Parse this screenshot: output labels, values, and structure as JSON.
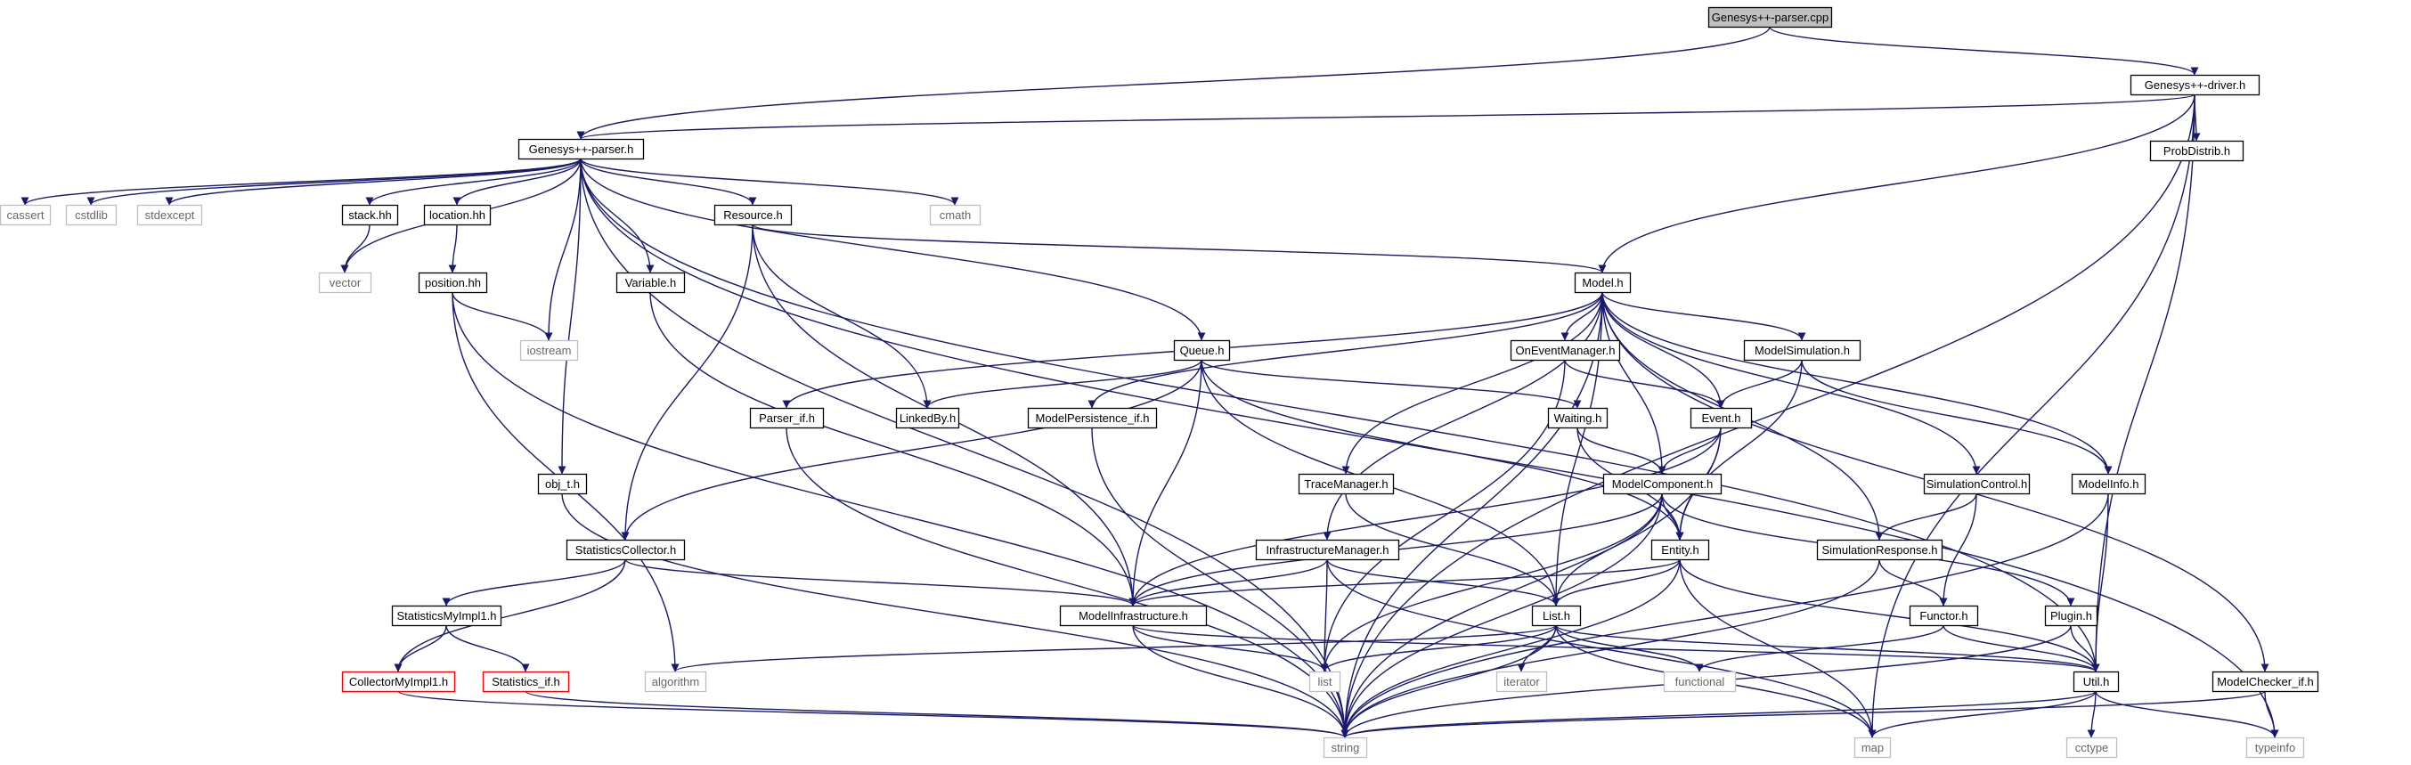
{
  "nodes": [
    {
      "id": "root",
      "label": "Genesys++-parser.cpp",
      "style": "root"
    },
    {
      "id": "driver",
      "label": "Genesys++-driver.h",
      "style": "normal"
    },
    {
      "id": "parser_h",
      "label": "Genesys++-parser.h",
      "style": "normal"
    },
    {
      "id": "probdistrib",
      "label": "ProbDistrib.h",
      "style": "normal"
    },
    {
      "id": "cassert",
      "label": "cassert",
      "style": "system"
    },
    {
      "id": "cstdlib",
      "label": "cstdlib",
      "style": "system"
    },
    {
      "id": "stdexcept",
      "label": "stdexcept",
      "style": "system"
    },
    {
      "id": "stack",
      "label": "stack.hh",
      "style": "normal"
    },
    {
      "id": "location",
      "label": "location.hh",
      "style": "normal"
    },
    {
      "id": "resource",
      "label": "Resource.h",
      "style": "normal"
    },
    {
      "id": "cmath",
      "label": "cmath",
      "style": "system"
    },
    {
      "id": "vector",
      "label": "vector",
      "style": "system"
    },
    {
      "id": "position",
      "label": "position.hh",
      "style": "normal"
    },
    {
      "id": "variable",
      "label": "Variable.h",
      "style": "normal"
    },
    {
      "id": "model",
      "label": "Model.h",
      "style": "normal"
    },
    {
      "id": "iostream",
      "label": "iostream",
      "style": "system"
    },
    {
      "id": "queue",
      "label": "Queue.h",
      "style": "normal"
    },
    {
      "id": "oneventmgr",
      "label": "OnEventManager.h",
      "style": "normal"
    },
    {
      "id": "modelsim",
      "label": "ModelSimulation.h",
      "style": "normal"
    },
    {
      "id": "parser_if",
      "label": "Parser_if.h",
      "style": "normal"
    },
    {
      "id": "linkedby",
      "label": "LinkedBy.h",
      "style": "normal"
    },
    {
      "id": "modelpersist",
      "label": "ModelPersistence_if.h",
      "style": "normal"
    },
    {
      "id": "waiting",
      "label": "Waiting.h",
      "style": "normal"
    },
    {
      "id": "event",
      "label": "Event.h",
      "style": "normal"
    },
    {
      "id": "tracemgr",
      "label": "TraceManager.h",
      "style": "normal"
    },
    {
      "id": "modelcomp",
      "label": "ModelComponent.h",
      "style": "normal"
    },
    {
      "id": "simcontrol",
      "label": "SimulationControl.h",
      "style": "normal"
    },
    {
      "id": "modelinfo",
      "label": "ModelInfo.h",
      "style": "normal"
    },
    {
      "id": "obj_t",
      "label": "obj_t.h",
      "style": "normal"
    },
    {
      "id": "statscollector",
      "label": "StatisticsCollector.h",
      "style": "normal"
    },
    {
      "id": "inframgr",
      "label": "InfrastructureManager.h",
      "style": "normal"
    },
    {
      "id": "entity",
      "label": "Entity.h",
      "style": "normal"
    },
    {
      "id": "simresponse",
      "label": "SimulationResponse.h",
      "style": "normal"
    },
    {
      "id": "statsmyimpl",
      "label": "StatisticsMyImpl1.h",
      "style": "normal"
    },
    {
      "id": "modelinfra",
      "label": "ModelInfrastructure.h",
      "style": "normal"
    },
    {
      "id": "list_h",
      "label": "List.h",
      "style": "normal"
    },
    {
      "id": "functor",
      "label": "Functor.h",
      "style": "normal"
    },
    {
      "id": "plugin",
      "label": "Plugin.h",
      "style": "normal"
    },
    {
      "id": "collectormyimpl",
      "label": "CollectorMyImpl1.h",
      "style": "missing"
    },
    {
      "id": "statistics_if",
      "label": "Statistics_if.h",
      "style": "missing"
    },
    {
      "id": "algorithm",
      "label": "algorithm",
      "style": "system"
    },
    {
      "id": "list",
      "label": "list",
      "style": "system"
    },
    {
      "id": "iterator",
      "label": "iterator",
      "style": "system"
    },
    {
      "id": "functional",
      "label": "functional",
      "style": "system"
    },
    {
      "id": "util",
      "label": "Util.h",
      "style": "normal"
    },
    {
      "id": "modelchecker",
      "label": "ModelChecker_if.h",
      "style": "normal"
    },
    {
      "id": "string",
      "label": "string",
      "style": "system"
    },
    {
      "id": "map",
      "label": "map",
      "style": "system"
    },
    {
      "id": "cctype",
      "label": "cctype",
      "style": "system"
    },
    {
      "id": "typeinfo",
      "label": "typeinfo",
      "style": "system"
    }
  ],
  "edges": [
    [
      "root",
      "driver"
    ],
    [
      "root",
      "parser_h"
    ],
    [
      "driver",
      "parser_h"
    ],
    [
      "driver",
      "probdistrib"
    ],
    [
      "driver",
      "model"
    ],
    [
      "driver",
      "util"
    ],
    [
      "driver",
      "string"
    ],
    [
      "driver",
      "map"
    ],
    [
      "parser_h",
      "cassert"
    ],
    [
      "parser_h",
      "cstdlib"
    ],
    [
      "parser_h",
      "stdexcept"
    ],
    [
      "parser_h",
      "stack"
    ],
    [
      "parser_h",
      "location"
    ],
    [
      "parser_h",
      "resource"
    ],
    [
      "parser_h",
      "cmath"
    ],
    [
      "parser_h",
      "vector"
    ],
    [
      "parser_h",
      "variable"
    ],
    [
      "parser_h",
      "queue"
    ],
    [
      "parser_h",
      "iostream"
    ],
    [
      "parser_h",
      "obj_t"
    ],
    [
      "parser_h",
      "string"
    ],
    [
      "parser_h",
      "util"
    ],
    [
      "parser_h",
      "typeinfo"
    ],
    [
      "stack",
      "vector"
    ],
    [
      "location",
      "position"
    ],
    [
      "position",
      "iostream"
    ],
    [
      "position",
      "string"
    ],
    [
      "position",
      "algorithm"
    ],
    [
      "resource",
      "model"
    ],
    [
      "resource",
      "linkedby"
    ],
    [
      "resource",
      "statscollector"
    ],
    [
      "resource",
      "modelinfra"
    ],
    [
      "variable",
      "modelinfra"
    ],
    [
      "model",
      "parser_if"
    ],
    [
      "model",
      "modelpersist"
    ],
    [
      "model",
      "oneventmgr"
    ],
    [
      "model",
      "modelsim"
    ],
    [
      "model",
      "event"
    ],
    [
      "model",
      "modelcomp"
    ],
    [
      "model",
      "tracemgr"
    ],
    [
      "model",
      "inframgr"
    ],
    [
      "model",
      "list_h"
    ],
    [
      "model",
      "simresponse"
    ],
    [
      "model",
      "simcontrol"
    ],
    [
      "model",
      "modelinfo"
    ],
    [
      "model",
      "modelchecker"
    ],
    [
      "model",
      "string"
    ],
    [
      "queue",
      "linkedby"
    ],
    [
      "queue",
      "waiting"
    ],
    [
      "queue",
      "statscollector"
    ],
    [
      "queue",
      "modelinfra"
    ],
    [
      "queue",
      "list_h"
    ],
    [
      "queue",
      "entity"
    ],
    [
      "oneventmgr",
      "event"
    ],
    [
      "oneventmgr",
      "list"
    ],
    [
      "modelsim",
      "event"
    ],
    [
      "modelsim",
      "modelinfo"
    ],
    [
      "modelsim",
      "entity"
    ],
    [
      "parser_if",
      "string"
    ],
    [
      "modelpersist",
      "string"
    ],
    [
      "waiting",
      "modelcomp"
    ],
    [
      "waiting",
      "entity"
    ],
    [
      "event",
      "modelcomp"
    ],
    [
      "event",
      "entity"
    ],
    [
      "event",
      "modelinfra"
    ],
    [
      "event",
      "string"
    ],
    [
      "tracemgr",
      "list_h"
    ],
    [
      "modelcomp",
      "entity"
    ],
    [
      "modelcomp",
      "list_h"
    ],
    [
      "modelcomp",
      "modelinfra"
    ],
    [
      "modelcomp",
      "plugin"
    ],
    [
      "modelcomp",
      "list"
    ],
    [
      "modelcomp",
      "string"
    ],
    [
      "simcontrol",
      "simresponse"
    ],
    [
      "simcontrol",
      "functor"
    ],
    [
      "modelinfo",
      "util"
    ],
    [
      "modelinfo",
      "string"
    ],
    [
      "obj_t",
      "string"
    ],
    [
      "statscollector",
      "modelinfra"
    ],
    [
      "statscollector",
      "statsmyimpl"
    ],
    [
      "statscollector",
      "collectormyimpl"
    ],
    [
      "inframgr",
      "modelinfra"
    ],
    [
      "inframgr",
      "list_h"
    ],
    [
      "inframgr",
      "list"
    ],
    [
      "inframgr",
      "map"
    ],
    [
      "entity",
      "list_h"
    ],
    [
      "entity",
      "modelinfra"
    ],
    [
      "entity",
      "util"
    ],
    [
      "entity",
      "map"
    ],
    [
      "entity",
      "string"
    ],
    [
      "simresponse",
      "functor"
    ],
    [
      "simresponse",
      "string"
    ],
    [
      "statsmyimpl",
      "collectormyimpl"
    ],
    [
      "statsmyimpl",
      "statistics_if"
    ],
    [
      "modelinfra",
      "list"
    ],
    [
      "modelinfra",
      "util"
    ],
    [
      "modelinfra",
      "string"
    ],
    [
      "list_h",
      "list"
    ],
    [
      "list_h",
      "iterator"
    ],
    [
      "list_h",
      "functional"
    ],
    [
      "list_h",
      "map"
    ],
    [
      "list_h",
      "util"
    ],
    [
      "list_h",
      "algorithm"
    ],
    [
      "list_h",
      "string"
    ],
    [
      "functor",
      "util"
    ],
    [
      "functor",
      "functional"
    ],
    [
      "plugin",
      "util"
    ],
    [
      "plugin",
      "string"
    ],
    [
      "collectormyimpl",
      "string"
    ],
    [
      "statistics_if",
      "string"
    ],
    [
      "util",
      "string"
    ],
    [
      "util",
      "map"
    ],
    [
      "util",
      "cctype"
    ],
    [
      "util",
      "typeinfo"
    ],
    [
      "modelchecker",
      "string"
    ],
    [
      "modelchecker",
      "typeinfo"
    ]
  ],
  "colors": {
    "edge": "#191970",
    "normal_border": "#000000",
    "normal_fill": "#ffffff",
    "root_fill": "#bfbfbf",
    "system_border": "#bfbfbf",
    "system_text": "#666666",
    "missing_border": "#ff0000"
  }
}
